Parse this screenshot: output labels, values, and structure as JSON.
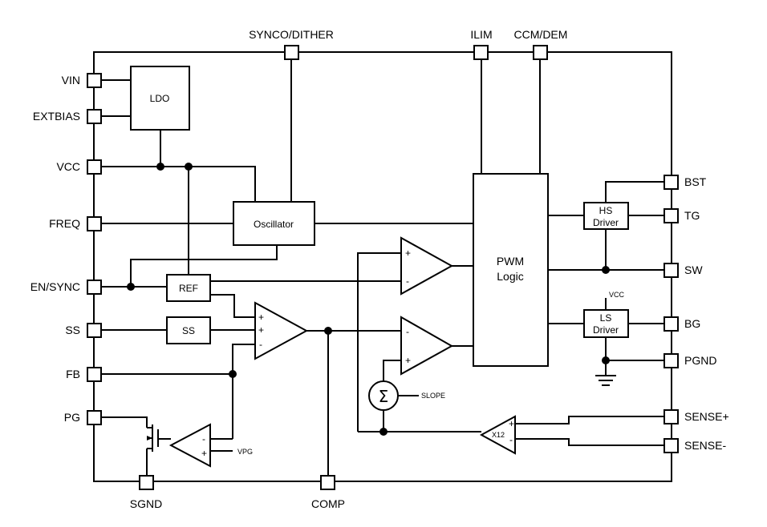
{
  "pins": {
    "vin": "VIN",
    "extbias": "EXTBIAS",
    "vcc": "VCC",
    "freq": "FREQ",
    "en_sync": "EN/SYNC",
    "ss": "SS",
    "fb": "FB",
    "pg": "PG",
    "sgnd": "SGND",
    "comp": "COMP",
    "synco_dither": "SYNCO/DITHER",
    "ilim": "ILIM",
    "ccm_dem": "CCM/DEM",
    "bst": "BST",
    "tg": "TG",
    "sw": "SW",
    "bg": "BG",
    "pgnd": "PGND",
    "sense_plus": "SENSE+",
    "sense_minus": "SENSE-"
  },
  "blocks": {
    "ldo": "LDO",
    "oscillator": "Oscillator",
    "ref": "REF",
    "ss": "SS",
    "pwm_line1": "PWM",
    "pwm_line2": "Logic",
    "hs_line1": "HS",
    "hs_line2": "Driver",
    "ls_line1": "LS",
    "ls_line2": "Driver"
  },
  "labels": {
    "slope": "SLOPE",
    "vpg": "VPG",
    "vcc_small": "VCC",
    "x12": "X12",
    "sigma": "Σ"
  },
  "signs": {
    "plus": "+",
    "minus": "-"
  }
}
